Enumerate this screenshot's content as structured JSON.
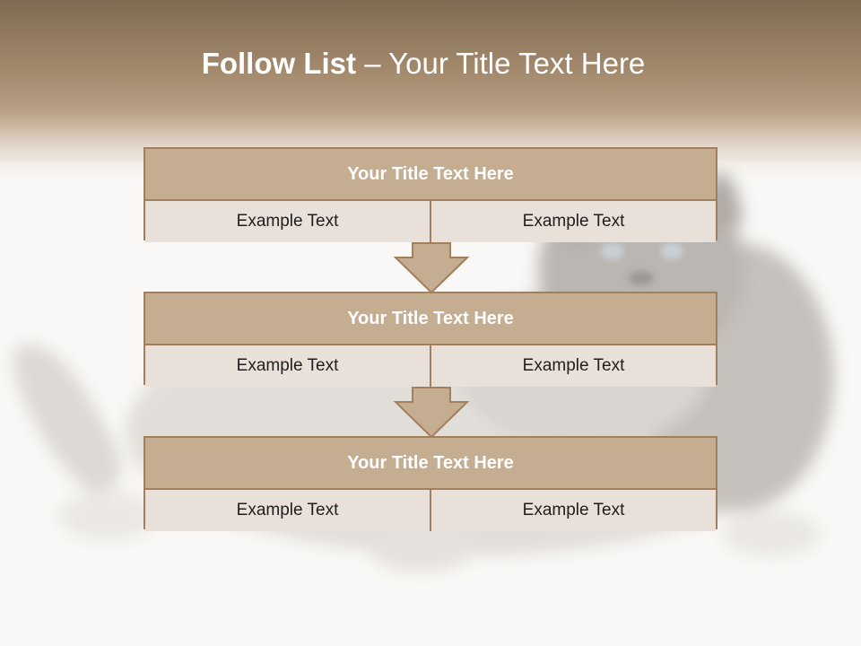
{
  "slide": {
    "title_strong": "Follow List",
    "title_rest": "– Your Title Text Here"
  },
  "blocks": [
    {
      "title": "Your Title Text Here",
      "left": "Example Text",
      "right": "Example Text"
    },
    {
      "title": "Your Title Text Here",
      "left": "Example Text",
      "right": "Example Text"
    },
    {
      "title": "Your Title Text Here",
      "left": "Example Text",
      "right": "Example Text"
    }
  ],
  "colors": {
    "header_band": "#8f785f",
    "block_header": "#c5ad91",
    "block_body": "#e9e1d9",
    "border": "#a27f5d",
    "arrow_fill": "#c5ad91"
  },
  "background_image": "cat-photo-faded"
}
